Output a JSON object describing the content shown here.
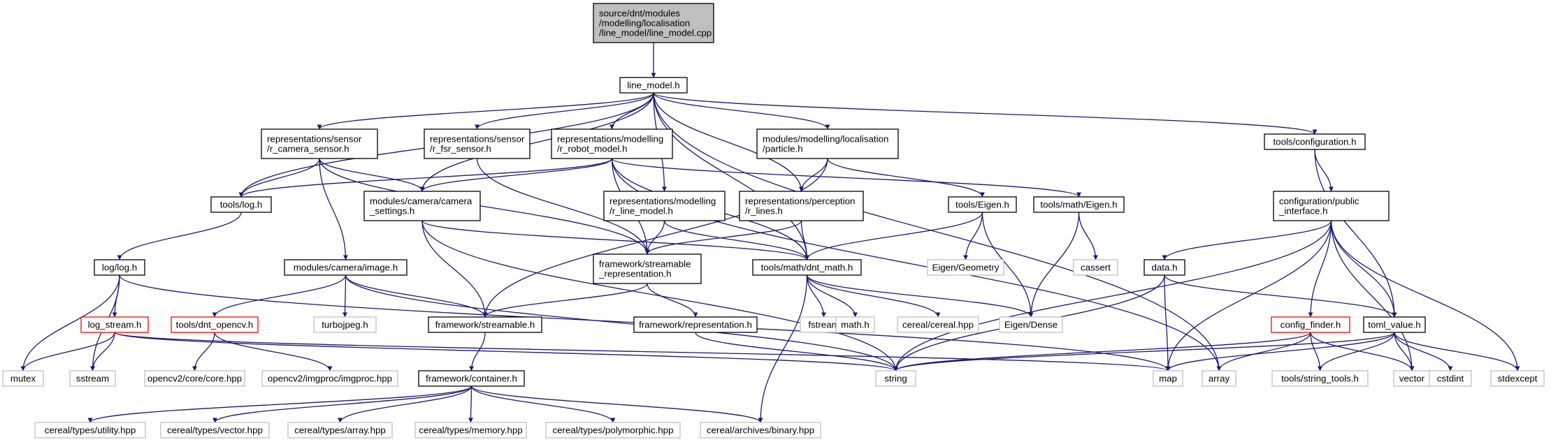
{
  "graph": {
    "colors": {
      "edge": "#191970",
      "root_fill": "#bfbfbf",
      "node_fill": "#ffffff",
      "node_border": "#000000",
      "external_border": "#bfbfbf",
      "incomplete_border": "#ff0000"
    },
    "nodes": [
      {
        "id": "root",
        "kind": "root",
        "lines": [
          "source/dnt/modules",
          "/modelling/localisation",
          "/line_model/line_model.cpp"
        ]
      },
      {
        "id": "line_model",
        "kind": "local",
        "lines": [
          "line_model.h"
        ]
      },
      {
        "id": "r_camera_sensor",
        "kind": "local",
        "lines": [
          "representations/sensor",
          "/r_camera_sensor.h"
        ]
      },
      {
        "id": "r_fsr_sensor",
        "kind": "local",
        "lines": [
          "representations/sensor",
          "/r_fsr_sensor.h"
        ]
      },
      {
        "id": "r_robot_model",
        "kind": "local",
        "lines": [
          "representations/modelling",
          "/r_robot_model.h"
        ]
      },
      {
        "id": "particle",
        "kind": "local",
        "lines": [
          "modules/modelling/localisation",
          "/particle.h"
        ]
      },
      {
        "id": "configuration",
        "kind": "local",
        "lines": [
          "tools/configuration.h"
        ]
      },
      {
        "id": "tools_log",
        "kind": "local",
        "lines": [
          "tools/log.h"
        ]
      },
      {
        "id": "camera_settings",
        "kind": "local",
        "lines": [
          "modules/camera/camera",
          "_settings.h"
        ]
      },
      {
        "id": "r_line_model",
        "kind": "local",
        "lines": [
          "representations/modelling",
          "/r_line_model.h"
        ]
      },
      {
        "id": "r_lines",
        "kind": "local",
        "lines": [
          "representations/perception",
          "/r_lines.h"
        ]
      },
      {
        "id": "tools_eigen",
        "kind": "local",
        "lines": [
          "tools/Eigen.h"
        ]
      },
      {
        "id": "math_eigen",
        "kind": "local",
        "lines": [
          "tools/math/Eigen.h"
        ]
      },
      {
        "id": "public_interface",
        "kind": "local",
        "lines": [
          "configuration/public",
          "_interface.h"
        ]
      },
      {
        "id": "log_log",
        "kind": "local",
        "lines": [
          "log/log.h"
        ]
      },
      {
        "id": "camera_image",
        "kind": "local",
        "lines": [
          "modules/camera/image.h"
        ]
      },
      {
        "id": "streamable_repr",
        "kind": "local",
        "lines": [
          "framework/streamable",
          "_representation.h"
        ]
      },
      {
        "id": "dnt_math",
        "kind": "local",
        "lines": [
          "tools/math/dnt_math.h"
        ]
      },
      {
        "id": "eigen_geometry",
        "kind": "external",
        "lines": [
          "Eigen/Geometry"
        ]
      },
      {
        "id": "cassert",
        "kind": "external",
        "lines": [
          "cassert"
        ]
      },
      {
        "id": "data_h",
        "kind": "local",
        "lines": [
          "data.h"
        ]
      },
      {
        "id": "log_stream",
        "kind": "incomplete",
        "lines": [
          "log_stream.h"
        ]
      },
      {
        "id": "dnt_opencv",
        "kind": "incomplete",
        "lines": [
          "tools/dnt_opencv.h"
        ]
      },
      {
        "id": "turbojpeg",
        "kind": "external",
        "lines": [
          "turbojpeg.h"
        ]
      },
      {
        "id": "streamable",
        "kind": "local",
        "lines": [
          "framework/streamable.h"
        ]
      },
      {
        "id": "representation",
        "kind": "local",
        "lines": [
          "framework/representation.h"
        ]
      },
      {
        "id": "fstream",
        "kind": "external",
        "lines": [
          "fstream"
        ]
      },
      {
        "id": "math_h",
        "kind": "external",
        "lines": [
          "math.h"
        ]
      },
      {
        "id": "cereal_hpp",
        "kind": "external",
        "lines": [
          "cereal/cereal.hpp"
        ]
      },
      {
        "id": "eigen_dense",
        "kind": "external",
        "lines": [
          "Eigen/Dense"
        ]
      },
      {
        "id": "config_finder",
        "kind": "incomplete",
        "lines": [
          "config_finder.h"
        ]
      },
      {
        "id": "toml_value",
        "kind": "local",
        "lines": [
          "toml_value.h"
        ]
      },
      {
        "id": "mutex",
        "kind": "external",
        "lines": [
          "mutex"
        ]
      },
      {
        "id": "sstream",
        "kind": "external",
        "lines": [
          "sstream"
        ]
      },
      {
        "id": "core_hpp",
        "kind": "external",
        "lines": [
          "opencv2/core/core.hpp"
        ]
      },
      {
        "id": "imgproc_hpp",
        "kind": "external",
        "lines": [
          "opencv2/imgproc/imgproc.hpp"
        ]
      },
      {
        "id": "string",
        "kind": "external",
        "lines": [
          "string"
        ]
      },
      {
        "id": "map",
        "kind": "external",
        "lines": [
          "map"
        ]
      },
      {
        "id": "array",
        "kind": "external",
        "lines": [
          "array"
        ]
      },
      {
        "id": "string_tools",
        "kind": "external",
        "lines": [
          "tools/string_tools.h"
        ]
      },
      {
        "id": "vector",
        "kind": "external",
        "lines": [
          "vector"
        ]
      },
      {
        "id": "cstdint",
        "kind": "external",
        "lines": [
          "cstdint"
        ]
      },
      {
        "id": "stdexcept",
        "kind": "external",
        "lines": [
          "stdexcept"
        ]
      },
      {
        "id": "container",
        "kind": "local",
        "lines": [
          "framework/container.h"
        ]
      },
      {
        "id": "ct_utility",
        "kind": "external",
        "lines": [
          "cereal/types/utility.hpp"
        ]
      },
      {
        "id": "ct_vector",
        "kind": "external",
        "lines": [
          "cereal/types/vector.hpp"
        ]
      },
      {
        "id": "ct_array",
        "kind": "external",
        "lines": [
          "cereal/types/array.hpp"
        ]
      },
      {
        "id": "ct_memory",
        "kind": "external",
        "lines": [
          "cereal/types/memory.hpp"
        ]
      },
      {
        "id": "ct_polymorphic",
        "kind": "external",
        "lines": [
          "cereal/types/polymorphic.hpp"
        ]
      },
      {
        "id": "binary_hpp",
        "kind": "external",
        "lines": [
          "cereal/archives/binary.hpp"
        ]
      }
    ],
    "edges": [
      [
        "root",
        "line_model"
      ],
      [
        "line_model",
        "r_camera_sensor"
      ],
      [
        "line_model",
        "r_fsr_sensor"
      ],
      [
        "line_model",
        "r_robot_model"
      ],
      [
        "line_model",
        "particle"
      ],
      [
        "line_model",
        "configuration"
      ],
      [
        "line_model",
        "tools_log"
      ],
      [
        "line_model",
        "camera_settings"
      ],
      [
        "line_model",
        "r_line_model"
      ],
      [
        "line_model",
        "r_lines"
      ],
      [
        "line_model",
        "dnt_math"
      ],
      [
        "line_model",
        "array"
      ],
      [
        "r_camera_sensor",
        "tools_log"
      ],
      [
        "r_camera_sensor",
        "camera_settings"
      ],
      [
        "r_camera_sensor",
        "camera_image"
      ],
      [
        "r_camera_sensor",
        "streamable_repr"
      ],
      [
        "r_fsr_sensor",
        "streamable_repr"
      ],
      [
        "r_robot_model",
        "tools_log"
      ],
      [
        "r_robot_model",
        "camera_settings"
      ],
      [
        "r_robot_model",
        "streamable_repr"
      ],
      [
        "r_robot_model",
        "dnt_math"
      ],
      [
        "r_robot_model",
        "math_eigen"
      ],
      [
        "r_robot_model",
        "array"
      ],
      [
        "particle",
        "r_lines"
      ],
      [
        "particle",
        "tools_eigen"
      ],
      [
        "particle",
        "streamable"
      ],
      [
        "configuration",
        "public_interface"
      ],
      [
        "configuration",
        "toml_value"
      ],
      [
        "tools_log",
        "log_log"
      ],
      [
        "camera_settings",
        "dnt_math"
      ],
      [
        "camera_settings",
        "streamable"
      ],
      [
        "camera_settings",
        "string"
      ],
      [
        "r_line_model",
        "streamable_repr"
      ],
      [
        "r_line_model",
        "dnt_math"
      ],
      [
        "r_lines",
        "streamable_repr"
      ],
      [
        "r_lines",
        "dnt_math"
      ],
      [
        "tools_eigen",
        "dnt_math"
      ],
      [
        "tools_eigen",
        "eigen_geometry"
      ],
      [
        "tools_eigen",
        "eigen_dense"
      ],
      [
        "math_eigen",
        "cassert"
      ],
      [
        "math_eigen",
        "eigen_dense"
      ],
      [
        "public_interface",
        "data_h"
      ],
      [
        "public_interface",
        "config_finder"
      ],
      [
        "public_interface",
        "toml_value"
      ],
      [
        "public_interface",
        "string"
      ],
      [
        "public_interface",
        "map"
      ],
      [
        "public_interface",
        "vector"
      ],
      [
        "public_interface",
        "stdexcept"
      ],
      [
        "log_log",
        "log_stream"
      ],
      [
        "log_log",
        "mutex"
      ],
      [
        "log_log",
        "sstream"
      ],
      [
        "log_log",
        "map"
      ],
      [
        "camera_image",
        "dnt_opencv"
      ],
      [
        "camera_image",
        "turbojpeg"
      ],
      [
        "camera_image",
        "streamable"
      ],
      [
        "camera_image",
        "string"
      ],
      [
        "streamable_repr",
        "streamable"
      ],
      [
        "streamable_repr",
        "representation"
      ],
      [
        "dnt_math",
        "fstream"
      ],
      [
        "dnt_math",
        "math_h"
      ],
      [
        "dnt_math",
        "cereal_hpp"
      ],
      [
        "dnt_math",
        "eigen_dense"
      ],
      [
        "dnt_math",
        "binary_hpp"
      ],
      [
        "data_h",
        "toml_value"
      ],
      [
        "data_h",
        "string"
      ],
      [
        "data_h",
        "map"
      ],
      [
        "log_stream",
        "mutex"
      ],
      [
        "log_stream",
        "sstream"
      ],
      [
        "log_stream",
        "string"
      ],
      [
        "log_stream",
        "map"
      ],
      [
        "dnt_opencv",
        "core_hpp"
      ],
      [
        "dnt_opencv",
        "imgproc_hpp"
      ],
      [
        "streamable",
        "container"
      ],
      [
        "representation",
        "string"
      ],
      [
        "config_finder",
        "string"
      ],
      [
        "config_finder",
        "array"
      ],
      [
        "config_finder",
        "string_tools"
      ],
      [
        "config_finder",
        "vector"
      ],
      [
        "toml_value",
        "string"
      ],
      [
        "toml_value",
        "map"
      ],
      [
        "toml_value",
        "string_tools"
      ],
      [
        "toml_value",
        "vector"
      ],
      [
        "toml_value",
        "cstdint"
      ],
      [
        "toml_value",
        "stdexcept"
      ],
      [
        "container",
        "ct_utility"
      ],
      [
        "container",
        "ct_vector"
      ],
      [
        "container",
        "ct_array"
      ],
      [
        "container",
        "ct_memory"
      ],
      [
        "container",
        "ct_polymorphic"
      ],
      [
        "container",
        "binary_hpp"
      ]
    ]
  }
}
